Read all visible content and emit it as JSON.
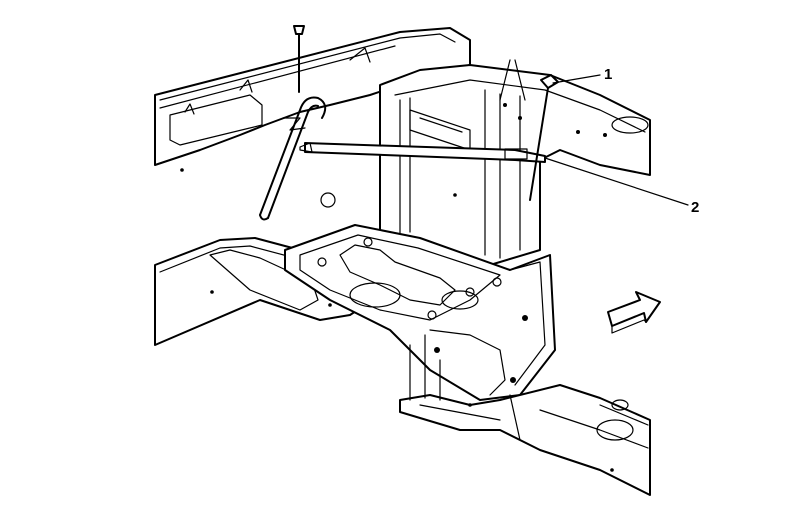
{
  "callouts": [
    {
      "id": "1",
      "label": "1"
    },
    {
      "id": "2",
      "label": "2"
    }
  ],
  "icons": {
    "arrow": "direction-arrow-icon",
    "bolt": "bolt-icon"
  },
  "colors": {
    "line": "#000000",
    "background": "#ffffff"
  }
}
